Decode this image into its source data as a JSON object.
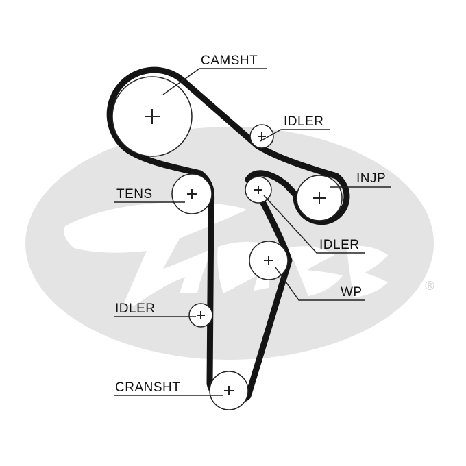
{
  "diagram": {
    "labels": {
      "camshaft": "CAMSHT",
      "idler_top": "IDLER",
      "injection_pump": "INJP",
      "tensioner": "TENS",
      "idler_middle": "IDLER",
      "water_pump": "WP",
      "idler_bottom": "IDLER",
      "crankshaft": "CRANSHT"
    },
    "watermark": {
      "registered_mark": "®",
      "color": "#e4e4e4"
    },
    "colors": {
      "belt": "#141414",
      "pulley_outline": "#222222",
      "leader": "#222222",
      "background": "#ffffff"
    }
  }
}
